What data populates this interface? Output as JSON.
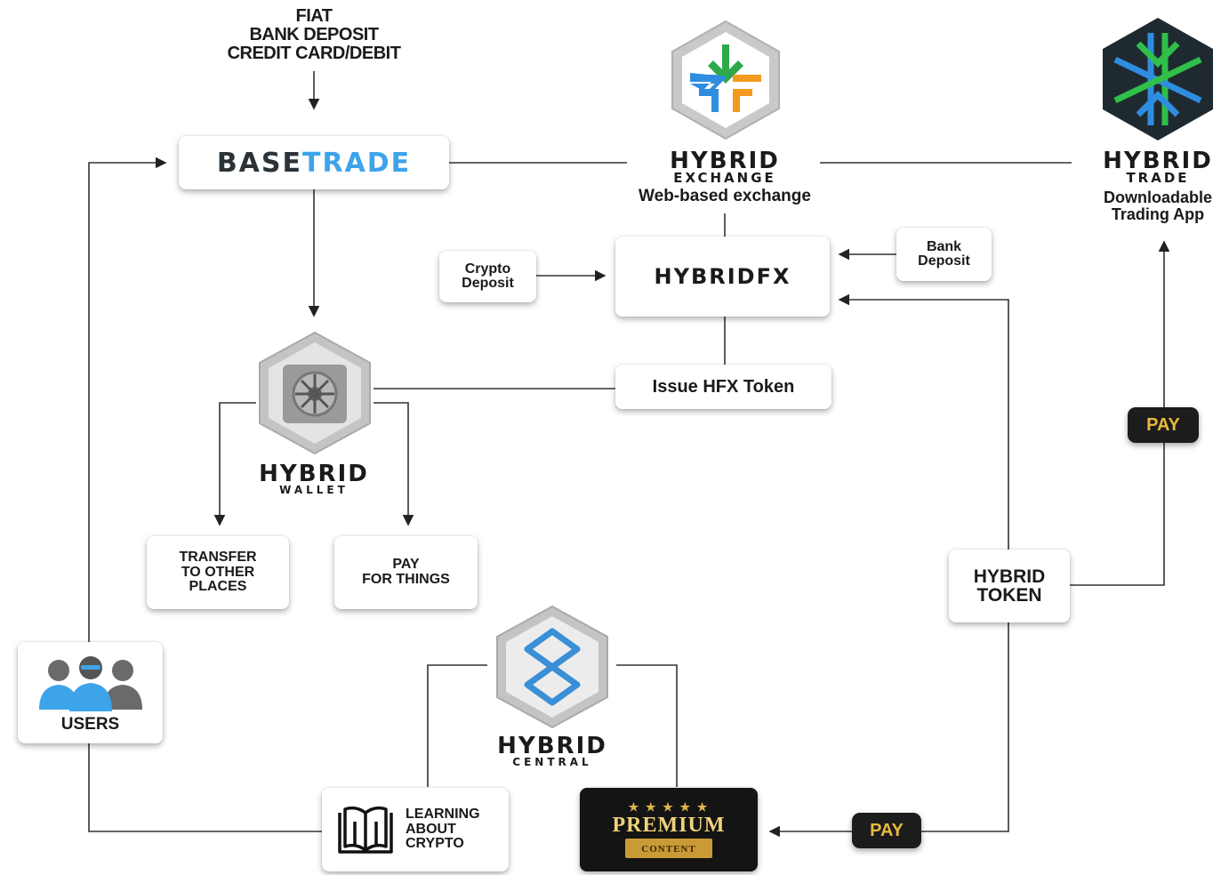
{
  "funding": {
    "lines": [
      "FIAT",
      "BANK DEPOSIT",
      "CREDIT CARD/DEBIT"
    ]
  },
  "basetrade": {
    "part1": "BASE",
    "part2": "TRADE"
  },
  "exchange": {
    "name": "HYBRID",
    "sub": "EXCHANGE",
    "caption": "Web-based exchange"
  },
  "trade": {
    "name": "HYBRID",
    "sub": "TRADE",
    "caption_lines": [
      "Downloadable",
      "Trading App"
    ]
  },
  "hybridfx": {
    "label": "HYBRIDFX"
  },
  "crypto_deposit": {
    "lines": [
      "Crypto",
      "Deposit"
    ]
  },
  "bank_deposit": {
    "lines": [
      "Bank",
      "Deposit"
    ]
  },
  "issue_token": {
    "label": "Issue HFX Token"
  },
  "wallet": {
    "name": "HYBRID",
    "sub": "WALLET"
  },
  "transfer": {
    "lines": [
      "TRANSFER",
      "TO OTHER",
      "PLACES"
    ]
  },
  "pay_things": {
    "lines": [
      "PAY",
      "FOR THINGS"
    ]
  },
  "hybrid_token": {
    "lines": [
      "HYBRID",
      "TOKEN"
    ]
  },
  "pay_label": "PAY",
  "users": {
    "label": "USERS"
  },
  "central": {
    "name": "HYBRID",
    "sub": "CENTRAL"
  },
  "learning": {
    "lines": [
      "LEARNING",
      "ABOUT",
      "CRYPTO"
    ]
  },
  "premium": {
    "title": "PREMIUM",
    "ribbon": "CONTENT",
    "stars": "★ ★ ★ ★ ★"
  },
  "colors": {
    "accent_blue": "#3da4ea",
    "dark": "#1f2a30",
    "green": "#2fbf4a",
    "orange": "#f39a1e",
    "gold": "#e8b93c"
  }
}
